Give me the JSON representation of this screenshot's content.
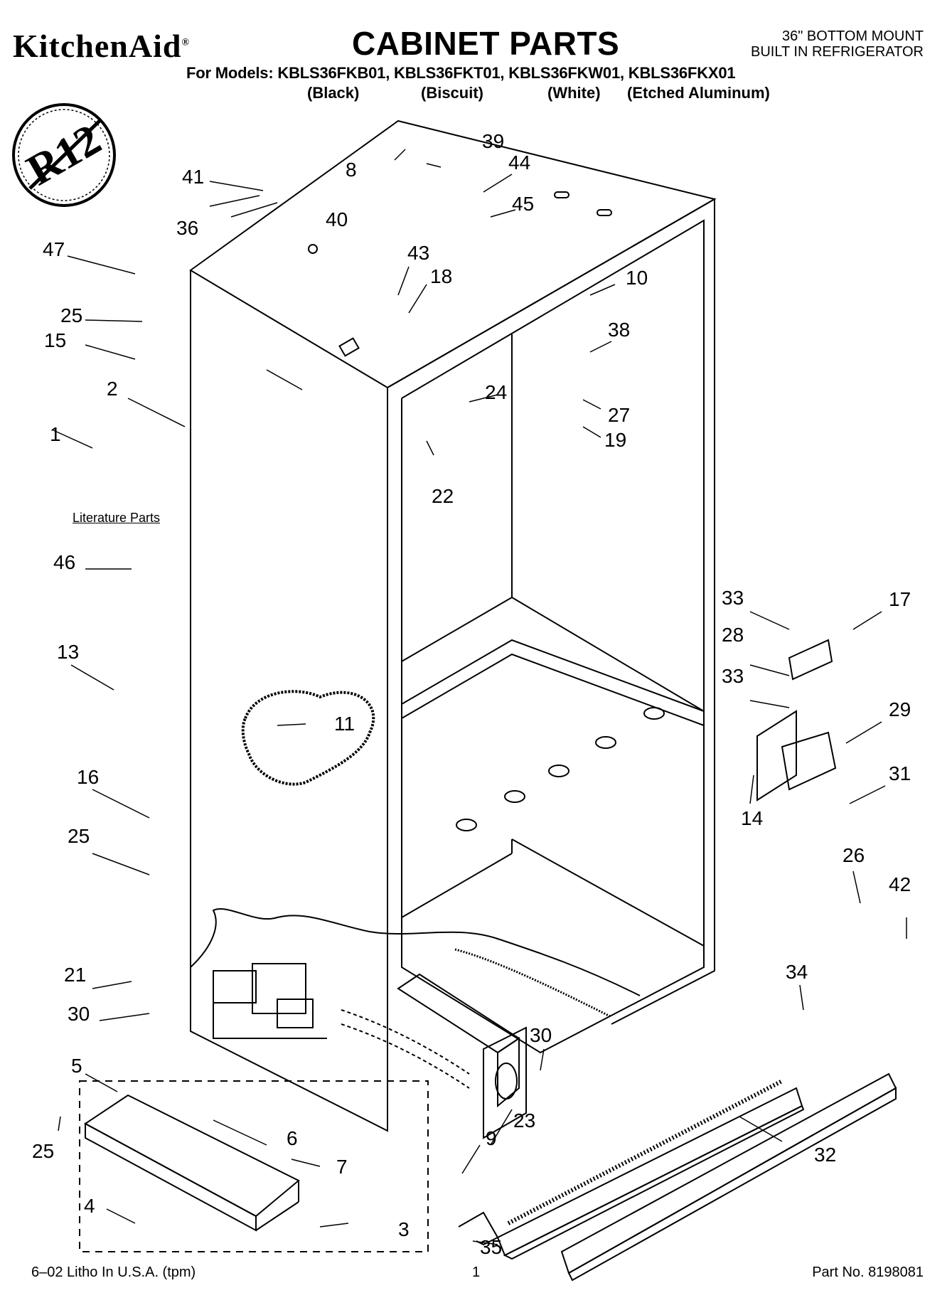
{
  "header": {
    "brand": "KitchenAid",
    "brand_mark": "®",
    "title": "CABINET PARTS",
    "subtitle_line1": "36\" BOTTOM MOUNT",
    "subtitle_line2": "BUILT IN REFRIGERATOR",
    "models": "For Models: KBLS36FKB01, KBLS36FKT01, KBLS36FKW01, KBLS36FKX01",
    "colors": [
      "(Black)",
      "(Biscuit)",
      "(White)",
      "(Etched Aluminum)"
    ]
  },
  "badge": {
    "text": "R12",
    "meaning": "no-r12-refrigerant"
  },
  "literature_label": "Literature Parts",
  "callouts": [
    "1",
    "2",
    "3",
    "4",
    "5",
    "6",
    "7",
    "8",
    "9",
    "10",
    "11",
    "13",
    "14",
    "15",
    "16",
    "17",
    "18",
    "19",
    "21",
    "22",
    "23",
    "24",
    "25",
    "25",
    "25",
    "26",
    "27",
    "28",
    "29",
    "30",
    "30",
    "31",
    "32",
    "33",
    "33",
    "34",
    "35",
    "36",
    "38",
    "39",
    "40",
    "41",
    "42",
    "43",
    "44",
    "45",
    "46",
    "47"
  ],
  "footer": {
    "left": "6–02 Litho In U.S.A. (tpm)",
    "center": "1",
    "right": "Part No. 8198081"
  },
  "colors": {
    "ink": "#000000",
    "paper": "#ffffff"
  }
}
